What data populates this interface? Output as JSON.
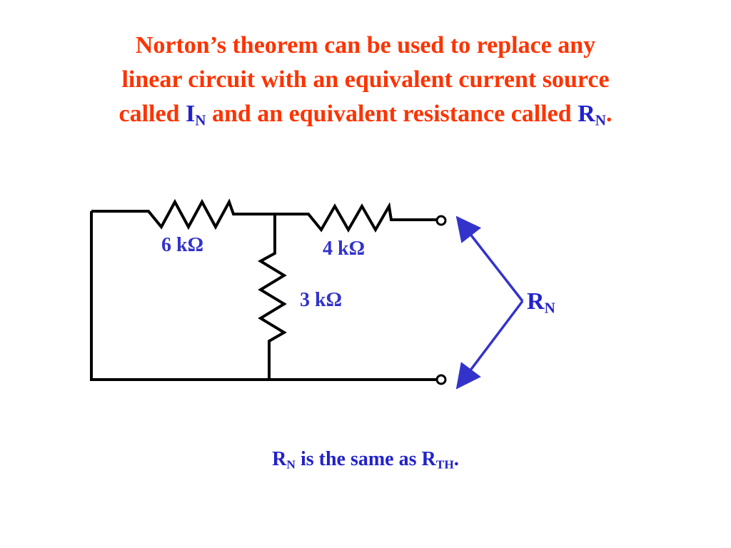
{
  "title": {
    "line1": "Norton’s theorem can be used to replace any",
    "line2": "linear circuit with an equivalent current source",
    "line3_a": "called ",
    "line3_sym1": "I",
    "line3_sym1_sub": "N",
    "line3_b": " and an equivalent resistance called ",
    "line3_sym2": "R",
    "line3_sym2_sub": "N",
    "line3_c": "."
  },
  "circuit": {
    "r1_label": "6 kΩ",
    "r2_label": "4 kΩ",
    "r3_label": "3 kΩ",
    "terminal_label": "R",
    "terminal_label_sub": "N",
    "wire_color": "#000000",
    "arrow_color": "#3333cc"
  },
  "note": {
    "sym1": "R",
    "sym1_sub": "N",
    "text": " is the same as ",
    "sym2": "R",
    "sym2_sub": "TH",
    "end": "."
  },
  "colors": {
    "title": "#ff3300",
    "symbol": "#2222cc"
  }
}
